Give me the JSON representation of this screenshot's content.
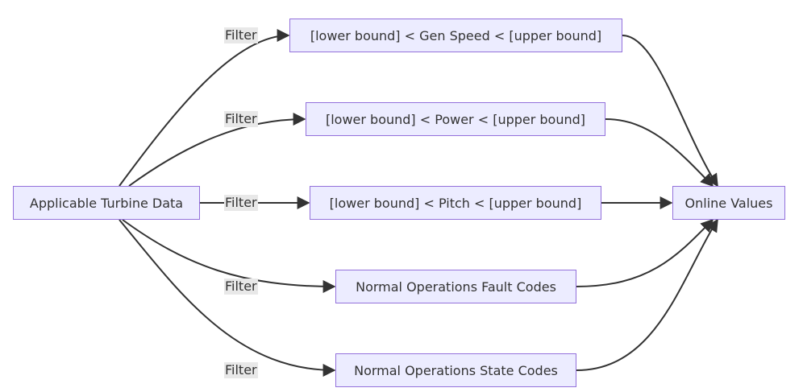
{
  "diagram": {
    "nodes": [
      {
        "id": "source",
        "label": "Applicable Turbine Data"
      },
      {
        "id": "gen_speed",
        "label": "[lower bound] < Gen Speed < [upper bound]"
      },
      {
        "id": "power",
        "label": "[lower bound] < Power < [upper bound]"
      },
      {
        "id": "pitch",
        "label": "[lower bound] < Pitch < [upper bound]"
      },
      {
        "id": "fault_codes",
        "label": "Normal Operations Fault Codes"
      },
      {
        "id": "state_codes",
        "label": "Normal Operations State Codes"
      },
      {
        "id": "online",
        "label": "Online Values"
      }
    ],
    "edges": [
      {
        "from": "source",
        "to": "gen_speed",
        "label": "Filter"
      },
      {
        "from": "source",
        "to": "power",
        "label": "Filter"
      },
      {
        "from": "source",
        "to": "pitch",
        "label": "Filter"
      },
      {
        "from": "source",
        "to": "fault_codes",
        "label": "Filter"
      },
      {
        "from": "source",
        "to": "state_codes",
        "label": "Filter"
      },
      {
        "from": "gen_speed",
        "to": "online",
        "label": ""
      },
      {
        "from": "power",
        "to": "online",
        "label": ""
      },
      {
        "from": "pitch",
        "to": "online",
        "label": ""
      },
      {
        "from": "fault_codes",
        "to": "online",
        "label": ""
      },
      {
        "from": "state_codes",
        "to": "online",
        "label": ""
      }
    ]
  },
  "colors": {
    "node_fill": "#ECECFF",
    "node_border": "#9370DB",
    "edge": "#333333",
    "edge_label_bg": "#e8e8e8",
    "text": "#333333"
  }
}
